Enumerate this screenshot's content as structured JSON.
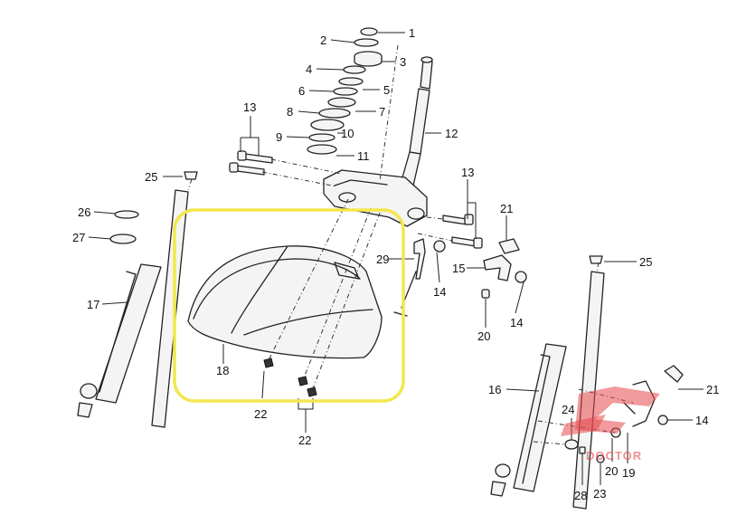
{
  "callouts": {
    "c1": "1",
    "c2": "2",
    "c3": "3",
    "c4": "4",
    "c5": "5",
    "c6": "6",
    "c7": "7",
    "c8": "8",
    "c9": "9",
    "c10": "10",
    "c11": "11",
    "c12": "12",
    "c13a": "13",
    "c13b": "13",
    "c14a": "14",
    "c14b": "14",
    "c14c": "14",
    "c15": "15",
    "c16": "16",
    "c17": "17",
    "c18": "18",
    "c19": "19",
    "c20a": "20",
    "c20b": "20",
    "c21a": "21",
    "c21b": "21",
    "c22a": "22",
    "c22b": "22",
    "c23": "23",
    "c24": "24",
    "c25a": "25",
    "c25b": "25",
    "c26": "26",
    "c27": "27",
    "c28": "28",
    "c29": "29"
  },
  "watermark": {
    "text": "DOCTOR",
    "color": "#e5484d"
  },
  "highlight": {
    "color": "#f3e64f"
  }
}
